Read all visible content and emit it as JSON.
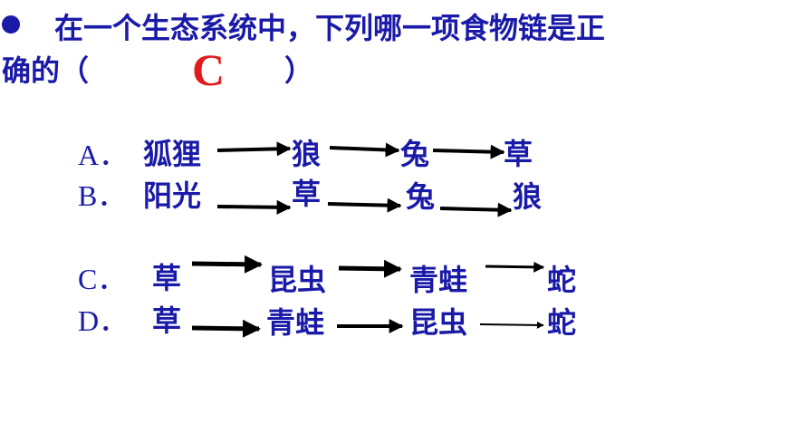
{
  "question": {
    "line1": "在一个生态系统中，下列哪一项食物链是正",
    "line2": "确的（",
    "close_paren": "）",
    "answer": "C"
  },
  "options": [
    {
      "letter": "A．",
      "items": [
        "狐狸",
        "狼",
        "兔",
        "草"
      ]
    },
    {
      "letter": "B．",
      "items": [
        "阳光",
        "草",
        "兔",
        "狼"
      ]
    },
    {
      "letter": "C．",
      "items": [
        "草",
        "昆虫",
        "青蛙",
        "蛇"
      ]
    },
    {
      "letter": "D．",
      "items": [
        "草",
        "青蛙",
        "昆虫",
        "蛇"
      ]
    }
  ],
  "colors": {
    "text": "#1a1aa8",
    "answer": "#e11b1b",
    "arrow": "#000000"
  }
}
